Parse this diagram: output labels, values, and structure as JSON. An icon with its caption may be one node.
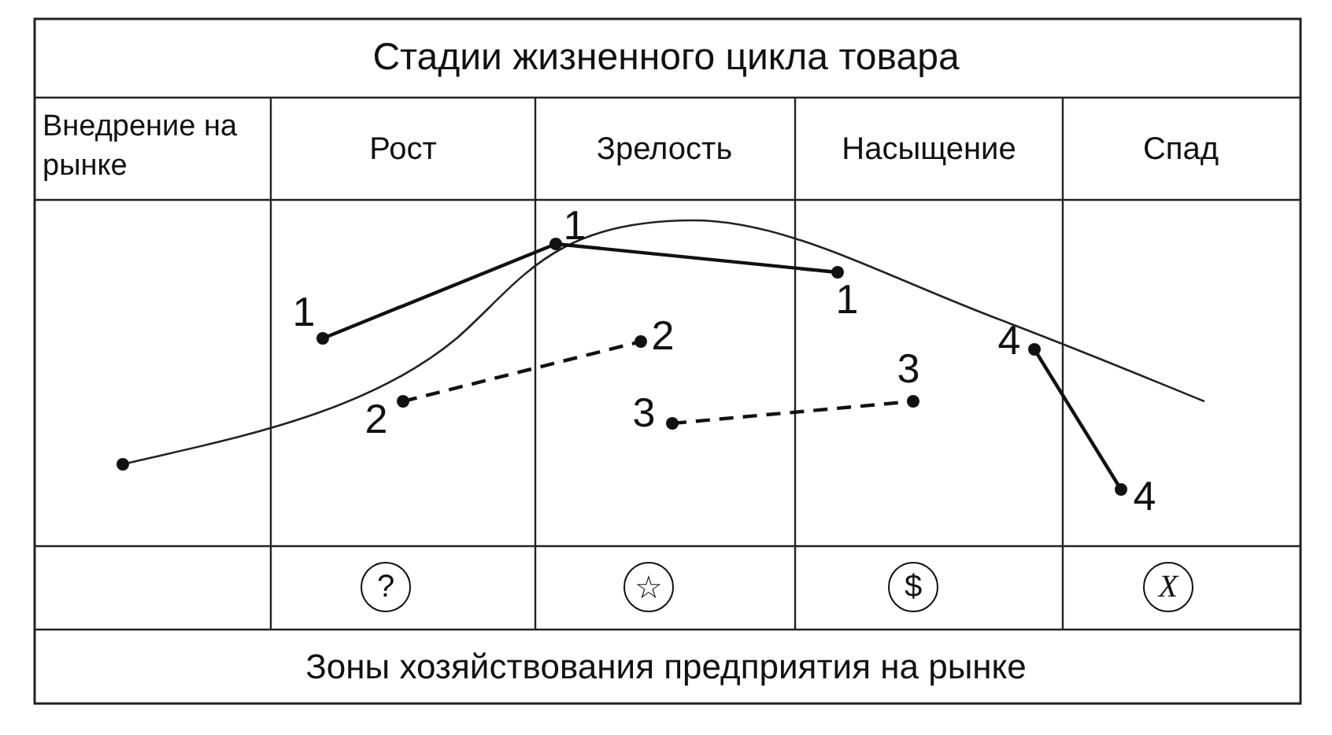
{
  "diagram": {
    "title": "Стадии жизненного цикла товара",
    "nodes": [
      {
        "text": [
          "1"
        ]
      },
      {
        "text": [
          "1"
        ]
      },
      {
        "text": [
          "1"
        ]
      },
      {
        "text": [
          "2"
        ]
      },
      {
        "text": [
          "2"
        ]
      },
      {
        "text": [
          "3"
        ]
      },
      {
        "text": [
          "3"
        ]
      },
      {
        "text": [
          "4"
        ]
      },
      {
        "text": [
          "4"
        ]
      },
      {
        "text": [
          "?"
        ]
      },
      {
        "text": [
          "☆"
        ]
      },
      {
        "text": [
          "$"
        ]
      },
      {
        "text": [
          "X"
        ]
      }
    ],
    "edges": [
      {
        "from": 0,
        "to": 1,
        "arrow": "none"
      },
      {
        "from": 1,
        "to": 2,
        "arrow": "none"
      },
      {
        "from": 3,
        "to": 4,
        "arrow": "none",
        "style": "dashed"
      },
      {
        "from": 5,
        "to": 6,
        "arrow": "none",
        "style": "dashed"
      },
      {
        "from": 7,
        "to": 8,
        "arrow": "none"
      }
    ],
    "labels": [
      "Внедрение на рынке",
      "Рост",
      "Зрелость",
      "Насыщение",
      "Спад",
      "Зоны хозяйствования предприятия на рынке"
    ]
  }
}
